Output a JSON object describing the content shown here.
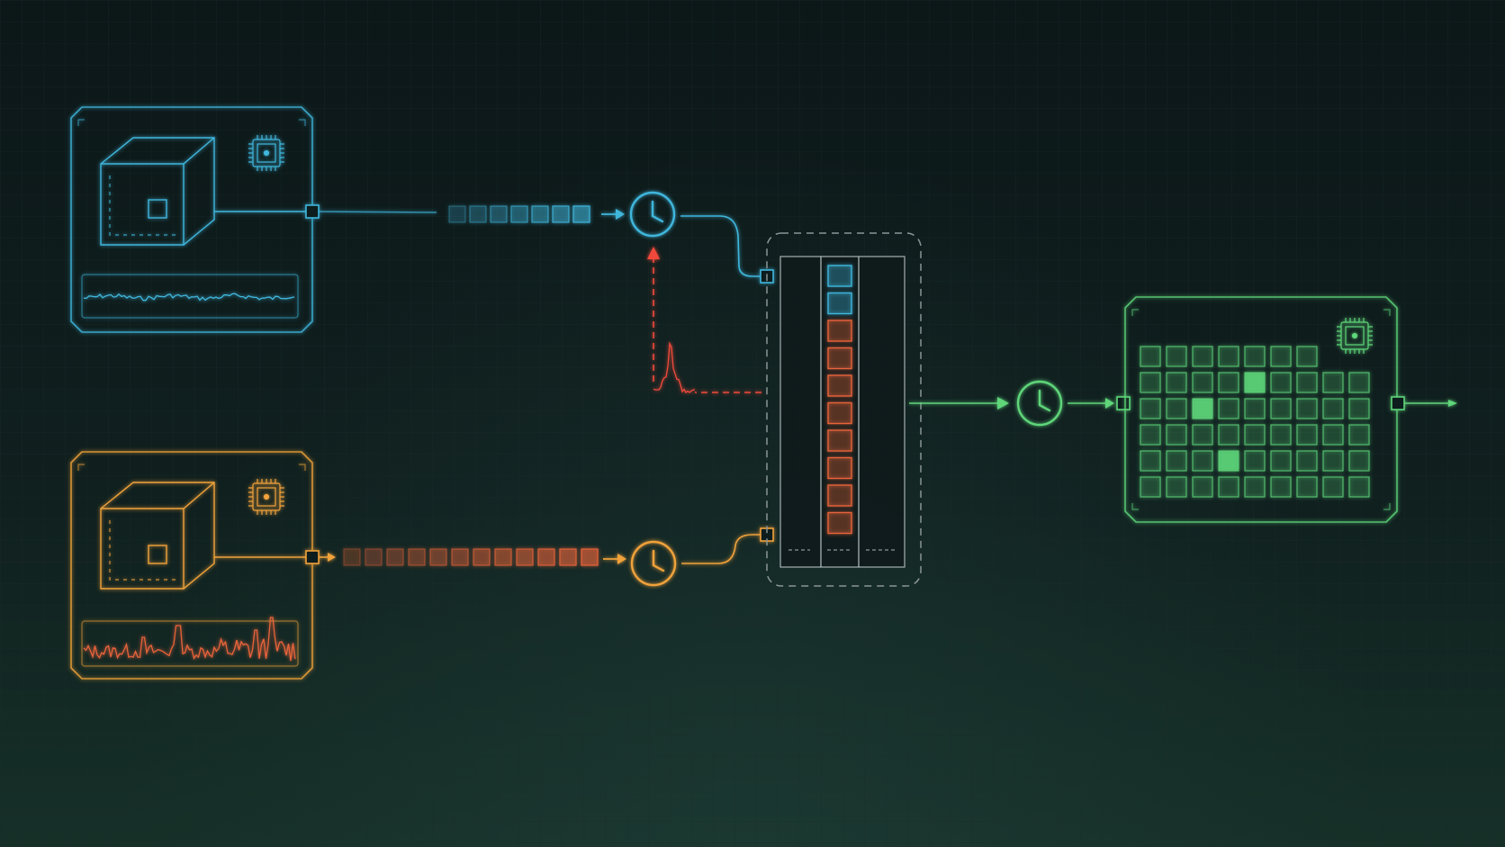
{
  "colors": {
    "background": "#0f1c1c",
    "grid": "#1a2a2a",
    "sensor_blue": "#3fb6dc",
    "sensor_orange": "#f0a23a",
    "packet_orange": "#e8643a",
    "feedback_red": "#f04a3a",
    "output_green": "#5ed67a",
    "merge_border": "#8a9596"
  },
  "icons": {
    "sensor_box": "cube-icon",
    "processor": "chip-icon",
    "clock": "clock-icon"
  },
  "blue_stream": {
    "packet_count": 7,
    "signal": "low-noise"
  },
  "orange_stream": {
    "packet_count": 12,
    "signal": "high-noise"
  },
  "merge_buffer": {
    "blue_slots": 2,
    "orange_slots": 8
  },
  "output_grid": {
    "rows": 6,
    "cols": 9,
    "first_row_cols": 7,
    "highlighted": [
      [
        1,
        4
      ],
      [
        2,
        2
      ],
      [
        4,
        3
      ]
    ]
  }
}
